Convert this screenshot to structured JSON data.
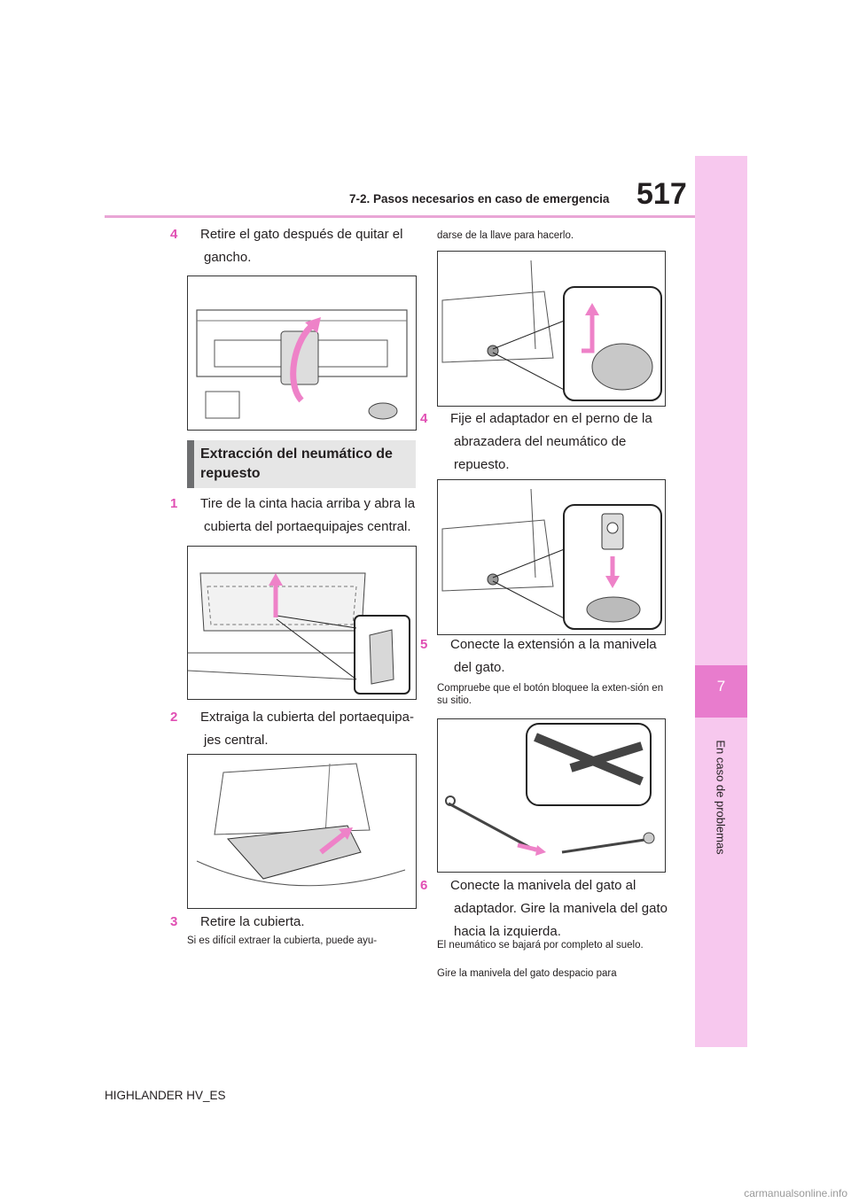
{
  "header": {
    "page_number": "517",
    "section_title": "7-2. Pasos necesarios en caso de emergencia"
  },
  "sidebar": {
    "chapter_number": "7",
    "chapter_label": "En caso de problemas"
  },
  "left_column": {
    "step4_num": "4",
    "step4_text": "Retire el gato después de quitar el gancho.",
    "heading": "Extracción del neumático de repuesto",
    "step1_num": "1",
    "step1_text": "Tire de la cinta hacia arriba y abra la cubierta del portaequipajes central.",
    "step2_num": "2",
    "step2_text": "Extraiga la cubierta del portaequipa-jes central.",
    "step3_num": "3",
    "step3_text": "Retire la cubierta.",
    "step3_note": "Si es difícil extraer la cubierta, puede ayu-"
  },
  "right_column": {
    "cont_note": "darse de la llave para hacerlo.",
    "step4_num": "4",
    "step4_text": "Fije el adaptador en el perno de la abrazadera del neumático de repuesto.",
    "step5_num": "5",
    "step5_text": "Conecte la extensión a la manivela del gato.",
    "step5_note": "Compruebe que el botón bloquee la exten-sión en su sitio.",
    "step6_num": "6",
    "step6_text": "Conecte la manivela del gato al adaptador. Gire la manivela del gato hacia la izquierda.",
    "step6_note1": "El neumático se bajará por completo al suelo.",
    "step6_note2": "Gire la manivela del gato despacio para"
  },
  "footer": {
    "model": "HIGHLANDER HV_ES"
  },
  "watermark": "carmanualsonline.info",
  "colors": {
    "accent": "#e04fb3",
    "tab": "#f7c8ee",
    "tab_dark": "#e87ccd",
    "arrow": "#ee82c8"
  }
}
